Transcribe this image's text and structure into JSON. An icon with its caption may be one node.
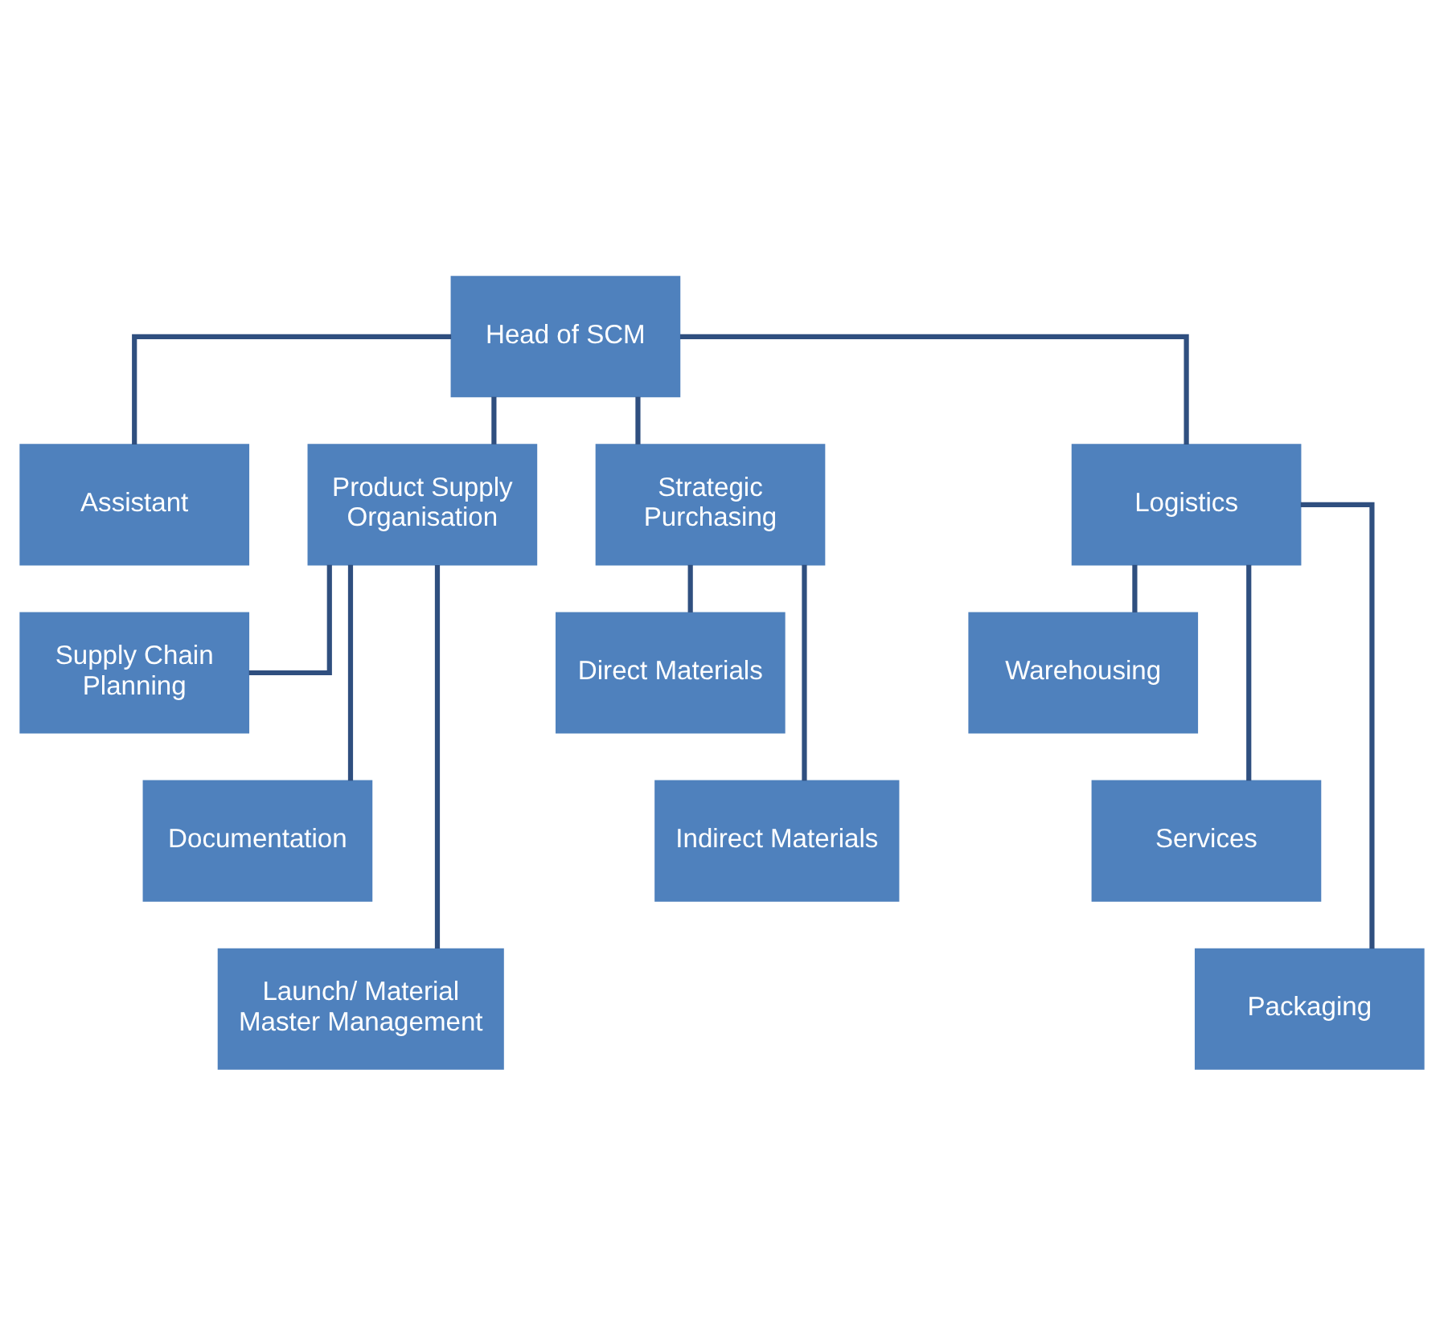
{
  "diagram": {
    "nodes": [
      {
        "text": [
          "Head of SCM"
        ]
      },
      {
        "text": [
          "Assistant"
        ]
      },
      {
        "text": [
          "Product Supply Organisation"
        ]
      },
      {
        "text": [
          "Strategic Purchasing"
        ]
      },
      {
        "text": [
          "Logistics"
        ]
      },
      {
        "text": [
          "Supply Chain Planning"
        ]
      },
      {
        "text": [
          "Documentation"
        ]
      },
      {
        "text": [
          "Launch/ Material Master Management"
        ]
      },
      {
        "text": [
          "Direct Materials"
        ]
      },
      {
        "text": [
          "Indirect Materials"
        ]
      },
      {
        "text": [
          "Warehousing"
        ]
      },
      {
        "text": [
          "Services"
        ]
      },
      {
        "text": [
          "Packaging"
        ]
      }
    ],
    "edges": [
      {
        "from": 0,
        "to": 1,
        "arrow": "none"
      },
      {
        "from": 0,
        "to": 2,
        "arrow": "none"
      },
      {
        "from": 0,
        "to": 3,
        "arrow": "none"
      },
      {
        "from": 0,
        "to": 4,
        "arrow": "none"
      },
      {
        "from": 2,
        "to": 5,
        "arrow": "none"
      },
      {
        "from": 2,
        "to": 6,
        "arrow": "none"
      },
      {
        "from": 2,
        "to": 7,
        "arrow": "none"
      },
      {
        "from": 3,
        "to": 8,
        "arrow": "none"
      },
      {
        "from": 3,
        "to": 9,
        "arrow": "none"
      },
      {
        "from": 4,
        "to": 10,
        "arrow": "none"
      },
      {
        "from": 4,
        "to": 11,
        "arrow": "none"
      },
      {
        "from": 4,
        "to": 12,
        "arrow": "none"
      }
    ]
  }
}
